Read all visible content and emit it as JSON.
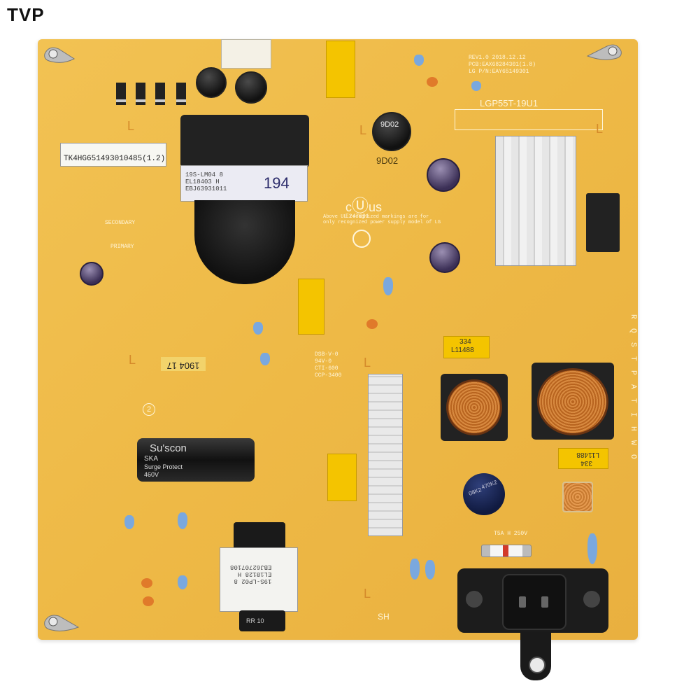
{
  "brand_watermark": "TVP",
  "board": {
    "revision_block": [
      "REV1.0  2018.12.12",
      "PCB:EAX68284301(1.8)",
      "LG P/N:EAY65149301"
    ],
    "model": "LGP55T-19U1",
    "serial_sticker": "TK4HG651493010485(1.2)",
    "transformer_main_label": [
      "19S-LM04 8",
      "EL18403 H",
      "EBJ63931011"
    ],
    "transformer_main_code": "194",
    "inductor_top_code": "9D02",
    "inductor_top_label": "9D02",
    "ul_mark": "E247691",
    "ul_note": [
      "Above UL recognized markings are for",
      "only recognized power supply model of LG"
    ],
    "handwritten_code": "1904 17",
    "rating_block": [
      "DSB-V-0",
      "94V-0",
      "CTI-600",
      "CCP-3400"
    ],
    "zone_secondary": "SECONDARY",
    "zone_primary": "PRIMARY",
    "capacitor_brand": [
      "Su'scon",
      "SKA",
      "Surge Protect",
      "460V"
    ],
    "x_cap_right": [
      "334",
      "L11488"
    ],
    "x_cap_right_lower": [
      "334",
      "L11488"
    ],
    "fuse_note": "T5A H 250V",
    "sh_label": "SH",
    "circle_number": "2",
    "side_letters": [
      "R",
      "Q",
      "S",
      "T",
      "P",
      "A",
      "T",
      "I",
      "H",
      "W",
      "O"
    ],
    "transformer_small_label": [
      "19S-LP02 8",
      "EL18128 H",
      "EBJ62707108"
    ],
    "transformer_small_bottom": "RR   10",
    "thermistor_label": [
      "08K2",
      "470K2"
    ],
    "l_marks": [
      "L",
      "L",
      "L",
      "L",
      "L",
      "L"
    ]
  }
}
